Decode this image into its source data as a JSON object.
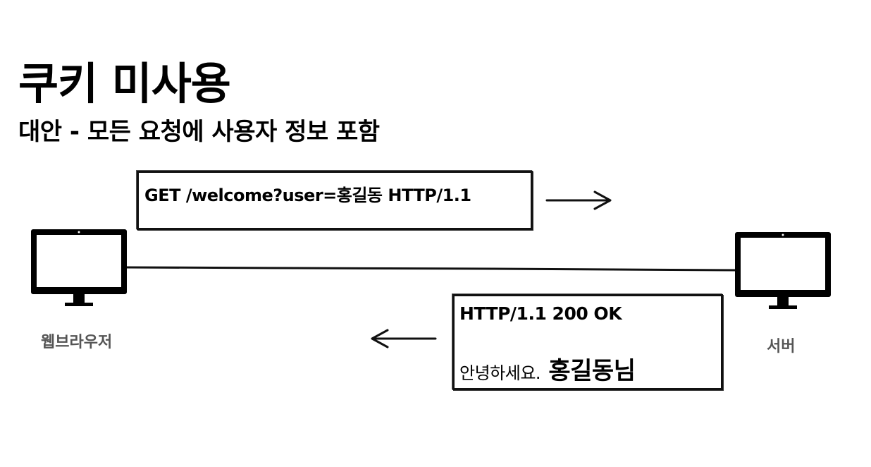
{
  "title": "쿠키 미사용",
  "subtitle": "대안 - 모든 요청에 사용자 정보 포함",
  "client": {
    "label": "웹브라우저",
    "icon": "monitor-icon"
  },
  "server": {
    "label": "서버",
    "icon": "monitor-icon"
  },
  "request": {
    "text": "GET /welcome?user=홍길동 HTTP/1.1",
    "direction": "client-to-server"
  },
  "response": {
    "status": "HTTP/1.1 200 OK",
    "greeting": "안녕하세요.",
    "name": " 홍길동님",
    "direction": "server-to-client"
  },
  "colors": {
    "ink": "#000000",
    "label": "#555555",
    "background": "#ffffff"
  }
}
